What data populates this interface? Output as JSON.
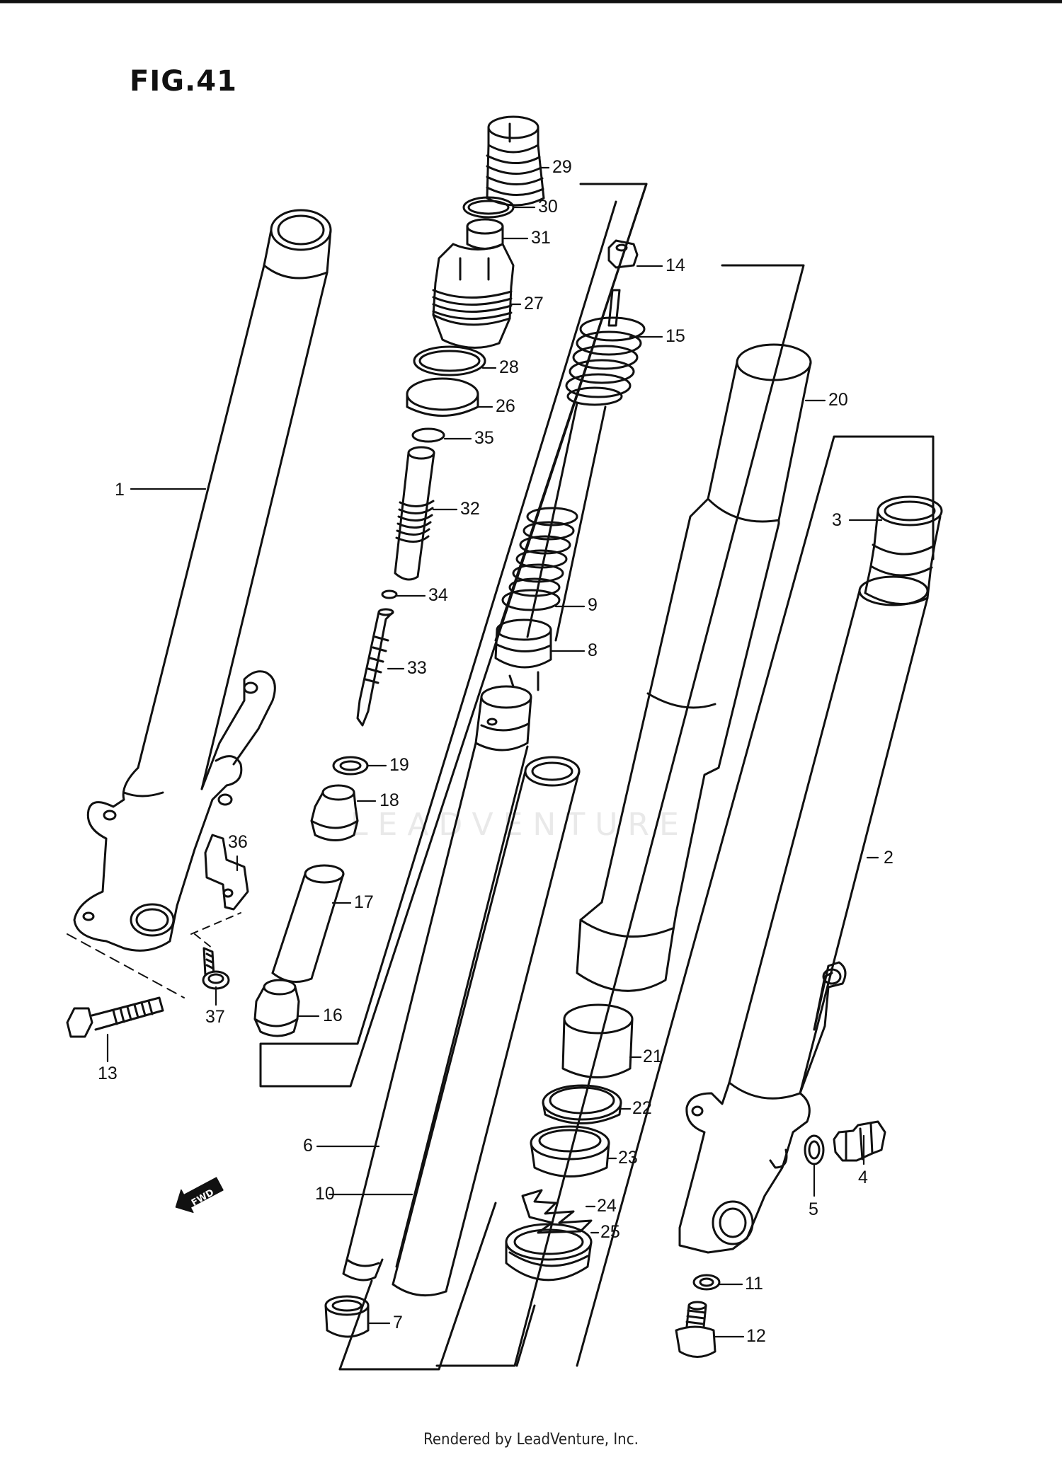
{
  "figure": {
    "title": "FIG.41"
  },
  "watermark": "LEADVENTURE",
  "fwd_label": "FWD",
  "footer": "Rendered by LeadVenture, Inc.",
  "callouts": [
    {
      "id": "1",
      "label": "1"
    },
    {
      "id": "2",
      "label": "2"
    },
    {
      "id": "3",
      "label": "3"
    },
    {
      "id": "4",
      "label": "4"
    },
    {
      "id": "5",
      "label": "5"
    },
    {
      "id": "6",
      "label": "6"
    },
    {
      "id": "7",
      "label": "7"
    },
    {
      "id": "8",
      "label": "8"
    },
    {
      "id": "9",
      "label": "9"
    },
    {
      "id": "10",
      "label": "10"
    },
    {
      "id": "11",
      "label": "11"
    },
    {
      "id": "12",
      "label": "12"
    },
    {
      "id": "13",
      "label": "13"
    },
    {
      "id": "14",
      "label": "14"
    },
    {
      "id": "15",
      "label": "15"
    },
    {
      "id": "16",
      "label": "16"
    },
    {
      "id": "17",
      "label": "17"
    },
    {
      "id": "18",
      "label": "18"
    },
    {
      "id": "19",
      "label": "19"
    },
    {
      "id": "20",
      "label": "20"
    },
    {
      "id": "21",
      "label": "21"
    },
    {
      "id": "22",
      "label": "22"
    },
    {
      "id": "23",
      "label": "23"
    },
    {
      "id": "24",
      "label": "24"
    },
    {
      "id": "25",
      "label": "25"
    },
    {
      "id": "26",
      "label": "26"
    },
    {
      "id": "27",
      "label": "27"
    },
    {
      "id": "28",
      "label": "28"
    },
    {
      "id": "29",
      "label": "29"
    },
    {
      "id": "30",
      "label": "30"
    },
    {
      "id": "31",
      "label": "31"
    },
    {
      "id": "32",
      "label": "32"
    },
    {
      "id": "33",
      "label": "33"
    },
    {
      "id": "34",
      "label": "34"
    },
    {
      "id": "35",
      "label": "35"
    },
    {
      "id": "36",
      "label": "36"
    },
    {
      "id": "37",
      "label": "37"
    }
  ]
}
